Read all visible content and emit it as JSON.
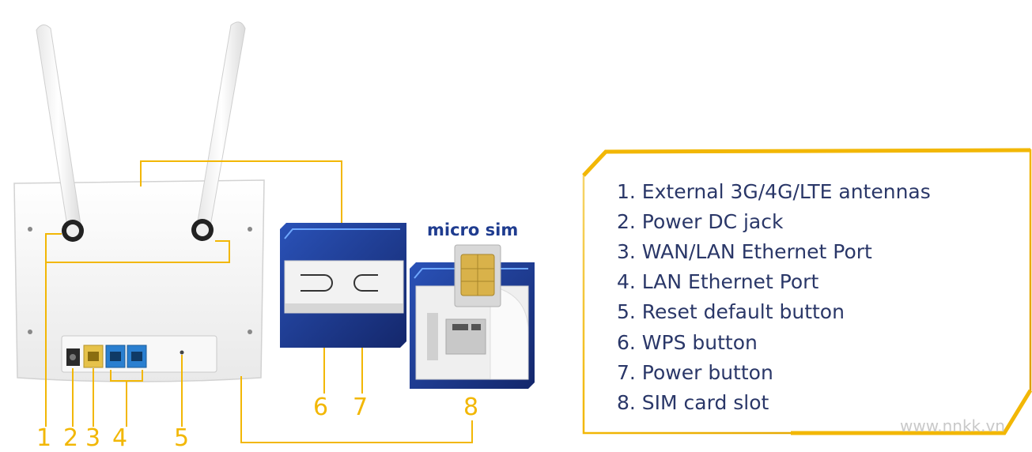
{
  "callout_numbers": [
    "1",
    "2",
    "3",
    "4",
    "5",
    "6",
    "7",
    "8"
  ],
  "sim_label": "micro sim",
  "legend": {
    "items": [
      "1. External 3G/4G/LTE antennas",
      "2. Power DC jack",
      "3. WAN/LAN Ethernet Port",
      "4. LAN Ethernet Port",
      "5. Reset default button",
      "6. WPS button",
      "7. Power button",
      "8. SIM card slot"
    ]
  },
  "watermark": "www.nnkk.vn",
  "colors": {
    "accent_gold": "#f2b705",
    "legend_text": "#2a3768",
    "panel_blue": "#1f3c8f",
    "device_white": "#f4f4f4",
    "port_yellow": "#e6c24a",
    "port_blue": "#2a7fd0"
  }
}
